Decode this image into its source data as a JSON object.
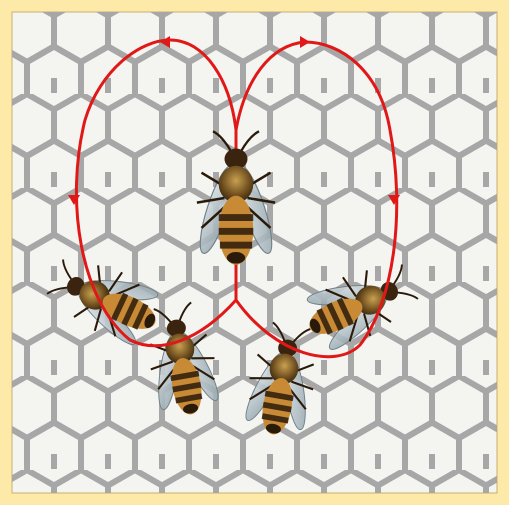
{
  "figure": {
    "subject": "honeybee-waggle-dance",
    "colors": {
      "frame": "#fde9a8",
      "frame_edge": "#c9b070",
      "comb_background": "#f4f4f1",
      "comb_lines": "#a7a7a7",
      "dance_path": "#e01818",
      "bee_thorax": "#6a4a1c",
      "bee_abdomen_band_light": "#e0a040",
      "bee_abdomen_band_dark": "#2a1a0a",
      "bee_wing": "#b8c6cc"
    },
    "elements": {
      "dancer": "waggle-dancer-bee",
      "followers": [
        "follower-bee-left",
        "follower-bee-lower-left",
        "follower-bee-lower-right",
        "follower-bee-right"
      ],
      "path": "figure-eight-dance-path"
    }
  }
}
